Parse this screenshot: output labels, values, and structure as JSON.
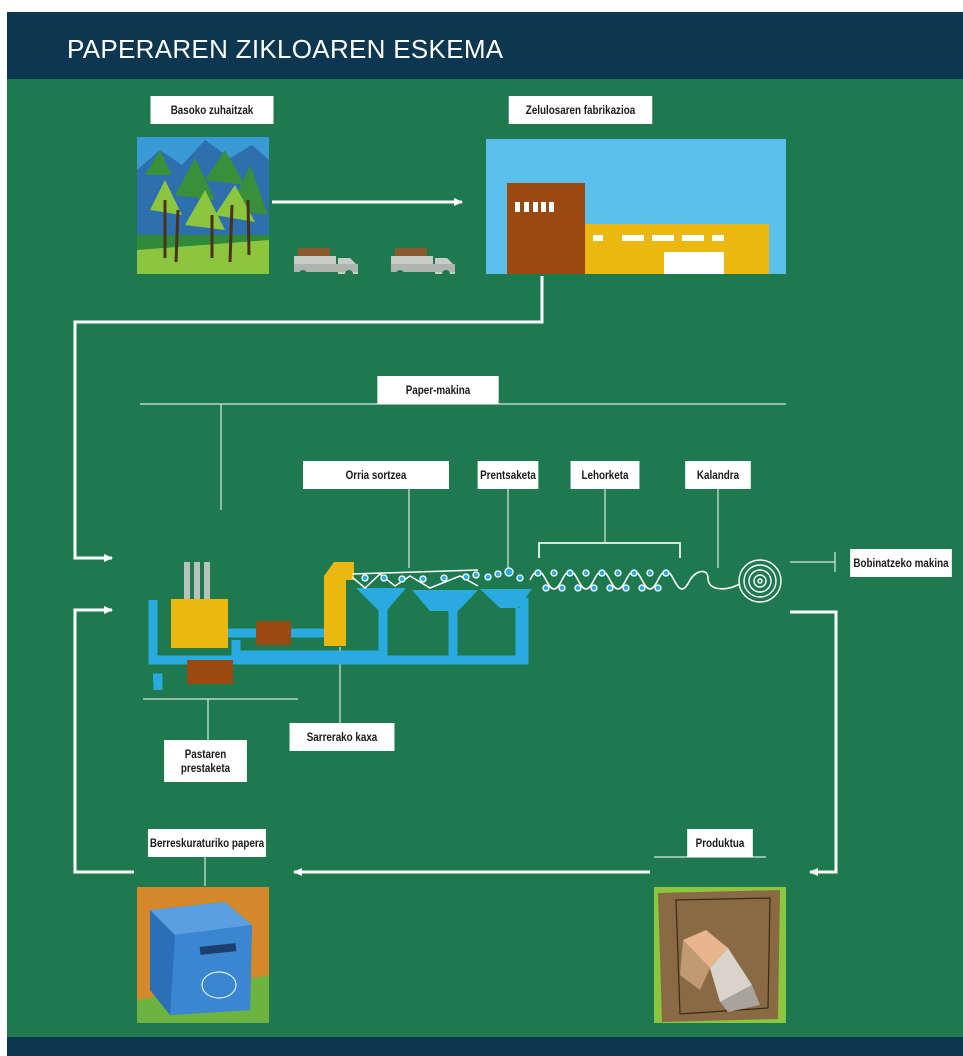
{
  "title": "PAPERAREN ZIKLOAREN ESKEMA",
  "colors": {
    "background": "#1e7a4e",
    "header": "#0d3650",
    "arrow": "#ffffff",
    "machine": "#29abe2",
    "yellow": "#eab811",
    "brown": "#9a4a10"
  },
  "labels": {
    "forest": "Basoko zuhaitzak",
    "pulp": "Zelulosaren fabrikazioa",
    "machine": "Paper-makina",
    "sheet": "Orria sortzea",
    "press": "Prentsaketa",
    "drying": "Lehorketa",
    "calender": "Kalandra",
    "winder": "Bobinatzeko makina",
    "headbox": "Sarrerako kaxa",
    "stock_prep_line1": "Pastaren",
    "stock_prep_line2": "prestaketa",
    "recovered": "Berreskuraturiko papera",
    "product": "Produktua"
  },
  "icons": [
    "forest-icon",
    "truck-icon",
    "factory-icon",
    "recycling-bin-icon",
    "origami-product-icon",
    "paper-roll-icon"
  ]
}
